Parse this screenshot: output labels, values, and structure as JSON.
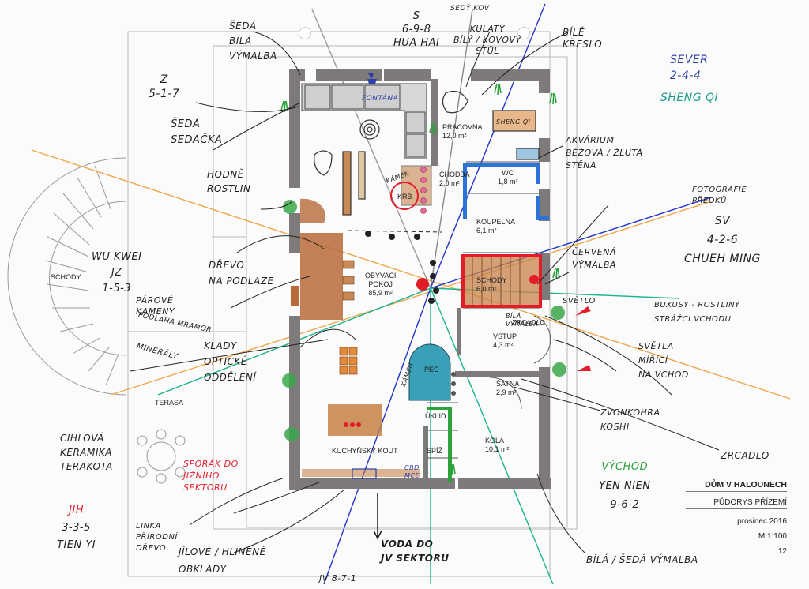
{
  "title_block": {
    "title": "DŮM V HALOUNECH",
    "subtitle": "PŮDORYS PŘÍZEMÍ",
    "date": "prosinec 2016",
    "scale": "M 1:100",
    "page": "12"
  },
  "rooms": {
    "pracovna": {
      "name": "PRACOVNA",
      "area": "12,0 m²"
    },
    "chodba": {
      "name": "CHODBA",
      "area": "2,0 m²"
    },
    "wc": {
      "name": "WC",
      "area": "1,8 m²"
    },
    "koupelna": {
      "name": "KOUPELNA",
      "area": "6,1 m²"
    },
    "obyvaci": {
      "name1": "OBYVACÍ",
      "name2": "POKOJ",
      "area": "85,9 m²"
    },
    "schody": {
      "name": "SCHODY",
      "area": "6,0 m²"
    },
    "vstup": {
      "name": "VSTUP",
      "area": "4,3 m²"
    },
    "satna": {
      "name": "ŠATNA",
      "area": "2,9 m²"
    },
    "kola": {
      "name": "KOLA",
      "area": "10,1 m²"
    },
    "uklid": {
      "name": "ÚKLID"
    },
    "spiz": {
      "name": "SPÍŽ"
    },
    "kuchynsky": {
      "name": "KUCHYŇSKÝ KOUT"
    },
    "terasa": {
      "name": "TERASA"
    },
    "schody_ext": {
      "name": "SCHODY"
    },
    "pec": {
      "name": "PEC"
    },
    "krb": {
      "name": "KRB"
    }
  },
  "notes": {
    "seda_bila_vymalba": [
      "ŠEDÁ",
      "BÍLÁ",
      "VÝMALBA"
    ],
    "s_block": [
      "S",
      "6-9-8",
      "HUA HAI"
    ],
    "sedy_kov": "SEDÝ KOV",
    "kulaty_stul": [
      "KULATÝ",
      "BÍLÝ / KOVOVÝ",
      "STŮL"
    ],
    "bile_kreslo": [
      "BÍLÉ",
      "KŘESLO"
    ],
    "z_block": [
      "Z",
      "5-1-7"
    ],
    "seda_sedacka": [
      "ŠEDÁ",
      "SEDAČKA"
    ],
    "fontana": "FONTÁNA",
    "sever": [
      "SEVER",
      "2-4-4"
    ],
    "sheng_qi": "SHENG QI",
    "sheng_qi_box": "SHENG QI",
    "akvarium": [
      "AKVÁRIUM",
      "BÉŽOVÁ / ŽLUTÁ",
      "STĚNA"
    ],
    "hodne_rostlin": [
      "HODNĚ",
      "ROSTLIN"
    ],
    "kamen": "KÁMEN",
    "fotografie": [
      "FOTOGRAFIE",
      "PŘEDKŮ"
    ],
    "sv_block": [
      "SV",
      "4-2-6",
      "CHUEH MING"
    ],
    "wu_kwei": [
      "WU KWEI",
      "JZ",
      "1-5-3"
    ],
    "drevo": [
      "DŘEVO",
      "NA PODLAZE"
    ],
    "cervena_vymalba": [
      "ČERVENÁ",
      "VÝMALBA"
    ],
    "parove_kameny": [
      "PÁROVÉ",
      "KAMENY"
    ],
    "svetlo": "SVĚTLO",
    "buxusy": [
      "BUXUSY - ROSTLINY",
      "STRÁŽCI VCHODU"
    ],
    "podlaha": [
      "PODLAHA",
      "MRAMOR"
    ],
    "zrcadlo_bar": "ZRCADLO",
    "bila_vymalba": [
      "BÍLÁ",
      "VÝMALBA"
    ],
    "mineraly": "MINERÁLY",
    "klady": [
      "KLADY",
      "OPTICKÉ",
      "ODDĚLENÍ"
    ],
    "svetla_mirici": [
      "SVĚTLA",
      "MÍŘÍCÍ",
      "NA VCHOD"
    ],
    "kamen2": "KÁMEN",
    "zvonkohra": [
      "ZVONKOHRA",
      "KOSHI"
    ],
    "cihlova": [
      "CIHLOVÁ",
      "KERAMIKA",
      "TERAKOTA"
    ],
    "zrcadlo": "ZRCADLO",
    "sporak": [
      "SPORÁK DO",
      "JIŽNÍHO",
      "SEKTORU"
    ],
    "vychod": [
      "VÝCHOD",
      "YEN NIEN",
      "9-6-2"
    ],
    "cbd_mce": [
      "CBD",
      "MCE"
    ],
    "jih": [
      "JIH",
      "3-3-5",
      "TIEN YI"
    ],
    "linka": [
      "LINKA",
      "PŘÍRODNÍ",
      "DŘEVO"
    ],
    "jilove": [
      "JÍLOVÉ / HLINĚNÉ",
      "OBKLADY"
    ],
    "voda": [
      "VODA DO",
      "JV SEKTORU"
    ],
    "jv_bottom": "JV 8-7-1",
    "bila_seda": "BÍLÁ / ŠEDÁ VÝMALBA"
  },
  "colors": {
    "wall": "#7f7a7a",
    "orange_line": "#f0a64a",
    "blue_line": "#2233cc",
    "teal_line": "#19b38e",
    "red": "#e21d2a",
    "green": "#2aa33a",
    "wood": "#b86a3a",
    "blue_wall": "#2b73d6",
    "pec": "#3aa0b8",
    "pen": "#1e1e1e",
    "teal_text": "#1a9c8c",
    "navy_text": "#2a3fa8"
  }
}
